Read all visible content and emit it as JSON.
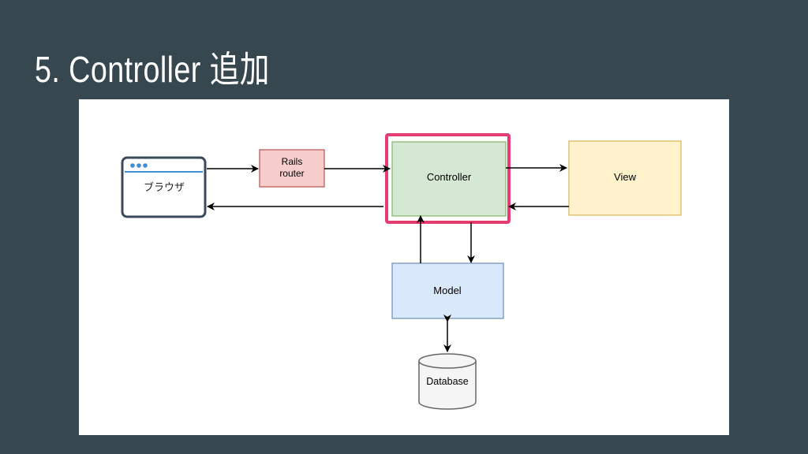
{
  "slide": {
    "title": "5. Controller 追加"
  },
  "diagram": {
    "browser_label": "ブラウザ",
    "router_label_line1": "Rails",
    "router_label_line2": "router",
    "controller_label": "Controller",
    "view_label": "View",
    "model_label": "Model",
    "database_label": "Database",
    "highlight_color": "#e73c71",
    "colors": {
      "router_fill": "#f8cecc",
      "router_stroke": "#b85450",
      "controller_fill": "#d5e8d4",
      "controller_stroke": "#82b366",
      "view_fill": "#fff2cc",
      "view_stroke": "#d6b656",
      "model_fill": "#dae8fc",
      "model_stroke": "#6c8ebf",
      "browser_stroke": "#3a4a5a",
      "browser_accent": "#3f8fd2"
    }
  }
}
